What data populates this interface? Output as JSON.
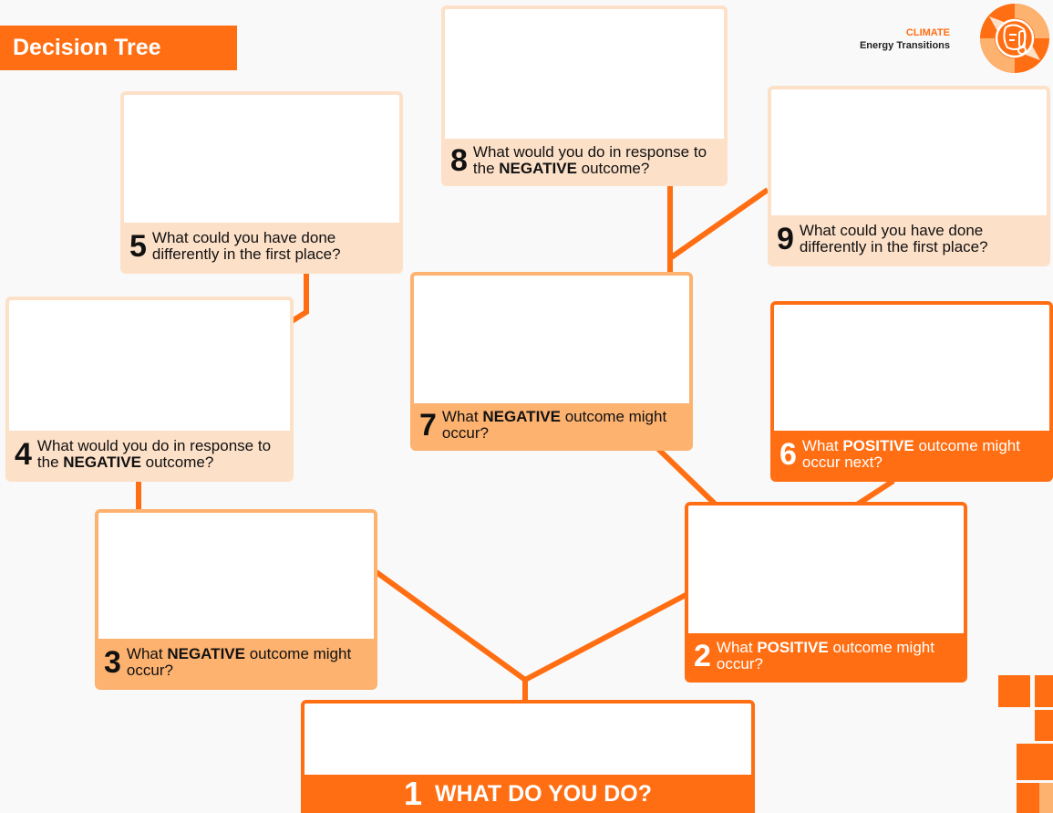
{
  "header": {
    "title": "Decision Tree",
    "brand_line1": "CLIMATE",
    "brand_line2": "Energy Transitions",
    "logo_icon": "climate-thermometer-icon"
  },
  "colors": {
    "accent": "#ff6e12",
    "mid": "#fdb270",
    "pale": "#fde0c8"
  },
  "nodes": {
    "n1": {
      "number": "1",
      "pre": "WHAT DO YOU DO?",
      "bold": "",
      "post": ""
    },
    "n2": {
      "number": "2",
      "pre": "What ",
      "bold": "POSITIVE",
      "post": " outcome might occur?"
    },
    "n3": {
      "number": "3",
      "pre": "What ",
      "bold": "NEGATIVE",
      "post": " outcome might occur?"
    },
    "n4": {
      "number": "4",
      "pre": "What would you do in response to the ",
      "bold": "NEGATIVE",
      "post": " outcome?"
    },
    "n5": {
      "number": "5",
      "pre": "What could you have done differently in the first place?",
      "bold": "",
      "post": ""
    },
    "n6": {
      "number": "6",
      "pre": "What ",
      "bold": "POSITIVE",
      "post": " outcome might occur next?"
    },
    "n7": {
      "number": "7",
      "pre": "What ",
      "bold": "NEGATIVE",
      "post": " outcome might occur?"
    },
    "n8": {
      "number": "8",
      "pre": "What would you do in response to the ",
      "bold": "NEGATIVE",
      "post": " outcome?"
    },
    "n9": {
      "number": "9",
      "pre": "What could you have done differently in the first place?",
      "bold": "",
      "post": ""
    }
  }
}
